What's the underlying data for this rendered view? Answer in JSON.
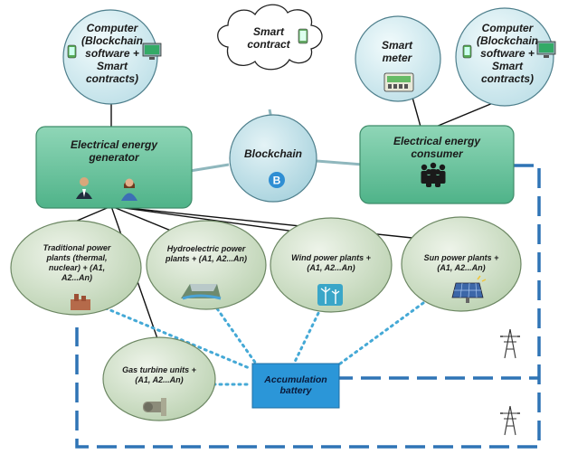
{
  "nodes": {
    "computer_left": "Computer\n(Blockchain\nsoftware +\nSmart\ncontracts)",
    "smart_contract": "Smart\ncontract",
    "smart_meter": "Smart\nmeter",
    "computer_right": "Computer\n(Blockchain\nsoftware +\nSmart\ncontracts)",
    "generator": "Electrical energy\ngenerator",
    "blockchain": "Blockchain",
    "consumer": "Electrical energy\nconsumer",
    "traditional": "Traditional power\nplants (thermal,\nnuclear) + (A1,\nA2...An)",
    "hydro": "Hydroelectric power\nplants + (A1, A2...An)",
    "wind": "Wind power plants +\n(A1, A2...An)",
    "sun": "Sun power plants +\n(A1, A2...An)",
    "gas": "Gas turbine units +\n(A1, A2...An)",
    "battery": "Accumulation\nbattery"
  },
  "icons": {
    "computer": "computer-icon",
    "phone": "phone-icon",
    "meter": "smart-meter-icon",
    "people": "people-icon",
    "bitcoin": "bitcoin-icon",
    "tower": "power-tower-icon"
  },
  "colors": {
    "box_green": "#5fbf9a",
    "bubble_fill": "#d4ecf0",
    "plant_fill": "#c9dcbf",
    "battery_fill": "#2b96d8",
    "dashed_line": "#2f74b5",
    "dotted_line": "#45a9d6"
  }
}
